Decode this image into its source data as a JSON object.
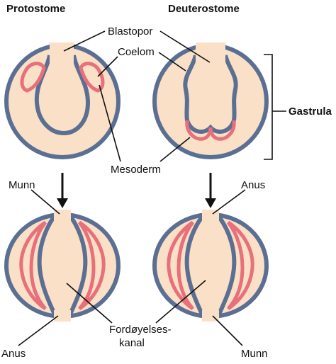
{
  "headings": {
    "protostome": "Protostome",
    "deuterostome": "Deuterostome"
  },
  "labels": {
    "blastopor": "Blastopor",
    "coelom": "Coelom",
    "gastrula": "Gastrula",
    "mesoderm": "Mesoderm",
    "munn_top": "Munn",
    "anus_top": "Anus",
    "anus_bottom": "Anus",
    "munn_bottom": "Munn",
    "gut_line1": "Fordøyelses-",
    "gut_line2": "kanal"
  },
  "colors": {
    "ectoderm": "#5b6f93",
    "ectoderm_dark": "#3f4f6f",
    "cavity": "#fbe0c8",
    "mesoderm": "#e8707a",
    "mesoderm_inner": "#fbe0c8",
    "background": "#ffffff",
    "ink": "#111111"
  }
}
